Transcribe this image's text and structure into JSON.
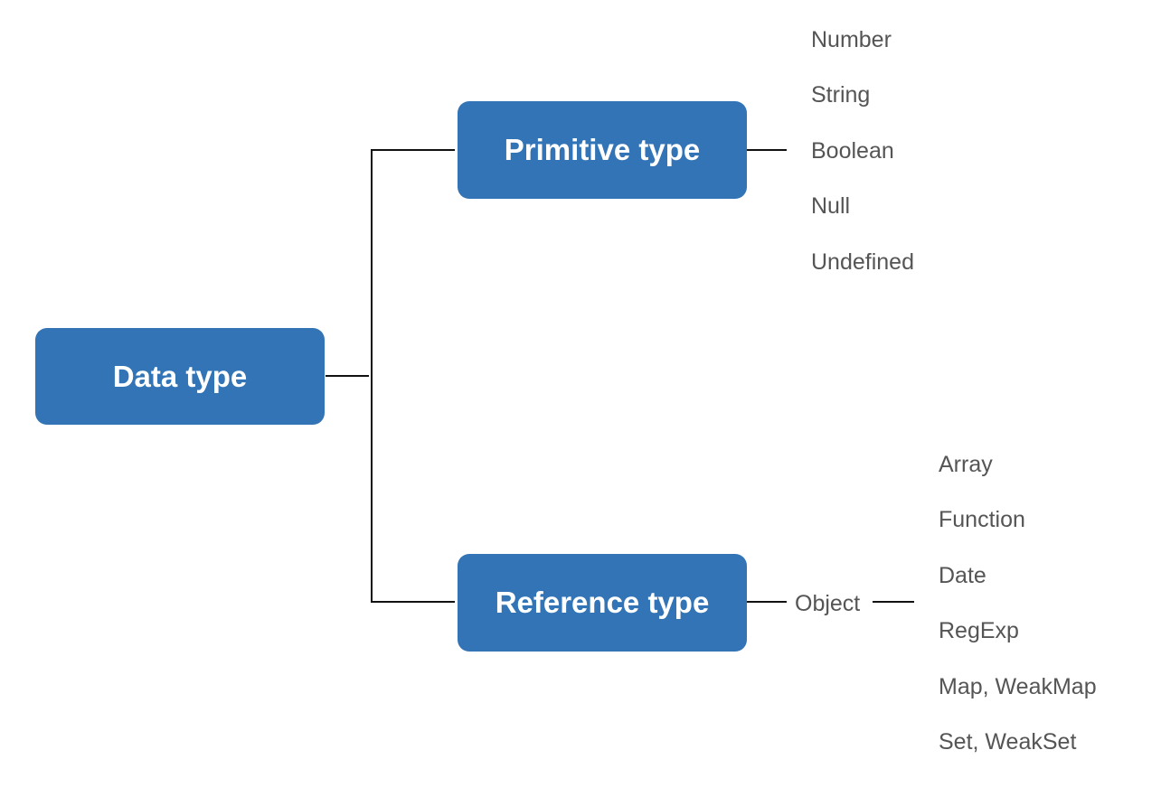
{
  "root": {
    "label": "Data type"
  },
  "primitive": {
    "label": "Primitive type",
    "items": [
      "Number",
      "String",
      "Boolean",
      "Null",
      "Undefined"
    ]
  },
  "reference": {
    "label": "Reference type",
    "object_label": "Object",
    "items": [
      "Array",
      "Function",
      "Date",
      "RegExp",
      "Map, WeakMap",
      "Set, WeakSet"
    ]
  },
  "colors": {
    "node_fill": "#3274b6",
    "node_text": "#ffffff",
    "leaf_text": "#555555",
    "connector": "#111111"
  }
}
